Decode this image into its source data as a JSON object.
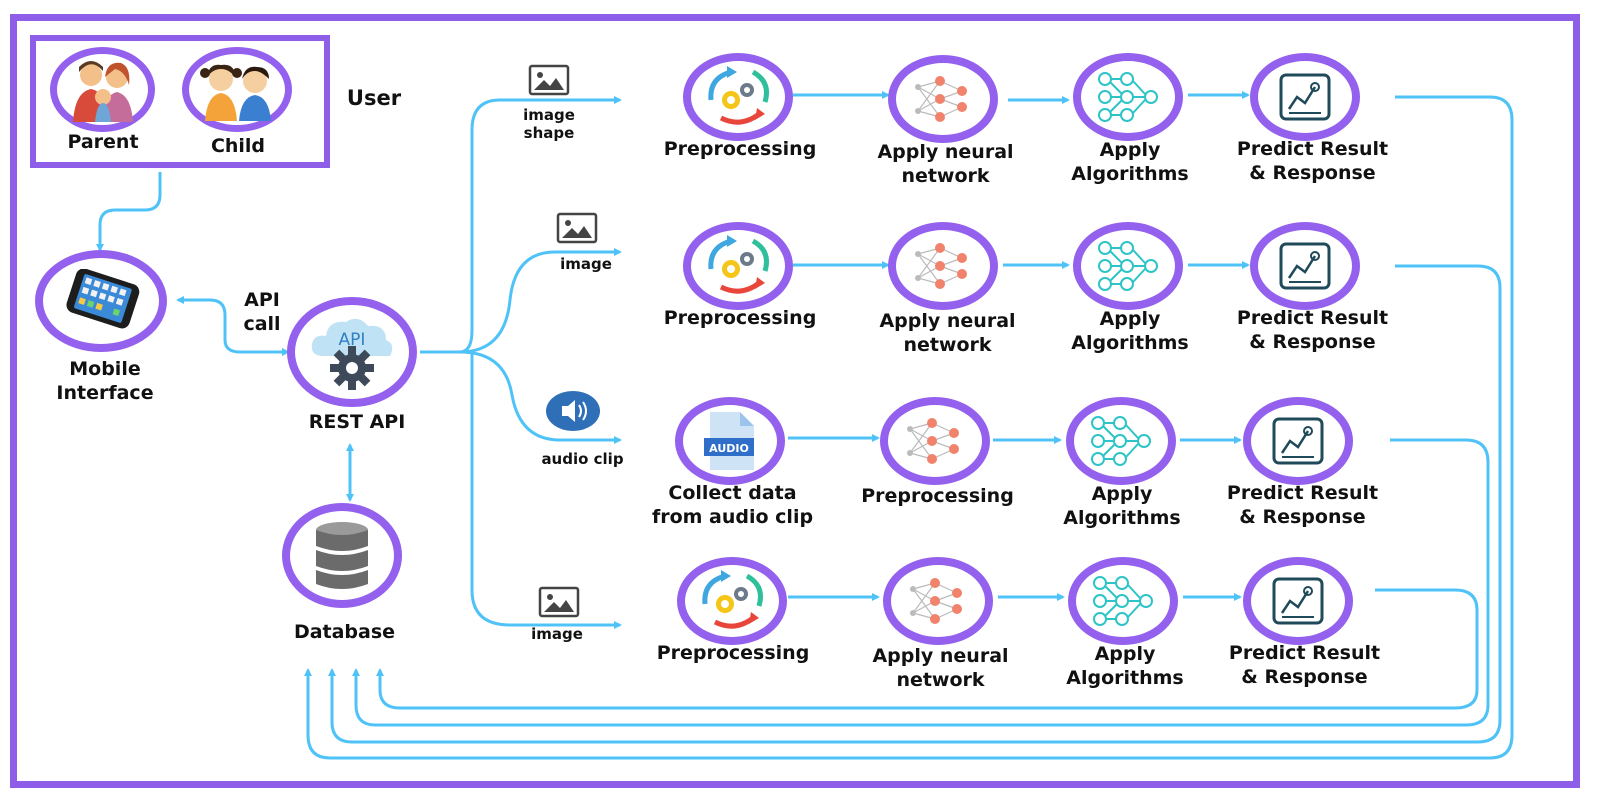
{
  "user": {
    "title": "User",
    "parent_label": "Parent",
    "child_label": "Child"
  },
  "mobile": {
    "label_line1": "Mobile",
    "label_line2": "Interface"
  },
  "api_call": {
    "line1": "API",
    "line2": "call"
  },
  "rest_api": {
    "label": "REST API",
    "icon_text": "API"
  },
  "database": {
    "label": "Database"
  },
  "inputs": {
    "row1_line1": "image",
    "row1_line2": "shape",
    "row2": "image",
    "row3": "audio clip",
    "row4": "image"
  },
  "rows": [
    {
      "step1": [
        "Preprocessing"
      ],
      "step2": [
        "Apply neural",
        "network"
      ],
      "step3": [
        "Apply",
        "Algorithms"
      ],
      "step4": [
        "Predict Result",
        "& Response"
      ]
    },
    {
      "step1": [
        "Preprocessing"
      ],
      "step2": [
        "Apply neural",
        "network"
      ],
      "step3": [
        "Apply",
        "Algorithms"
      ],
      "step4": [
        "Predict Result",
        "& Response"
      ]
    },
    {
      "step1": [
        "Collect data",
        "from audio clip"
      ],
      "step2": [
        "Preprocessing"
      ],
      "step3": [
        "Apply",
        "Algorithms"
      ],
      "step4": [
        "Predict Result",
        "& Response"
      ],
      "audio_icon_text": "AUDIO"
    },
    {
      "step1": [
        "Preprocessing"
      ],
      "step2": [
        "Apply neural",
        "network"
      ],
      "step3": [
        "Apply",
        "Algorithms"
      ],
      "step4": [
        "Predict Result",
        "& Response"
      ]
    }
  ],
  "colors": {
    "frame": "#8f5ee8",
    "arrow": "#4fc3f7",
    "ring": "#9460ee"
  }
}
